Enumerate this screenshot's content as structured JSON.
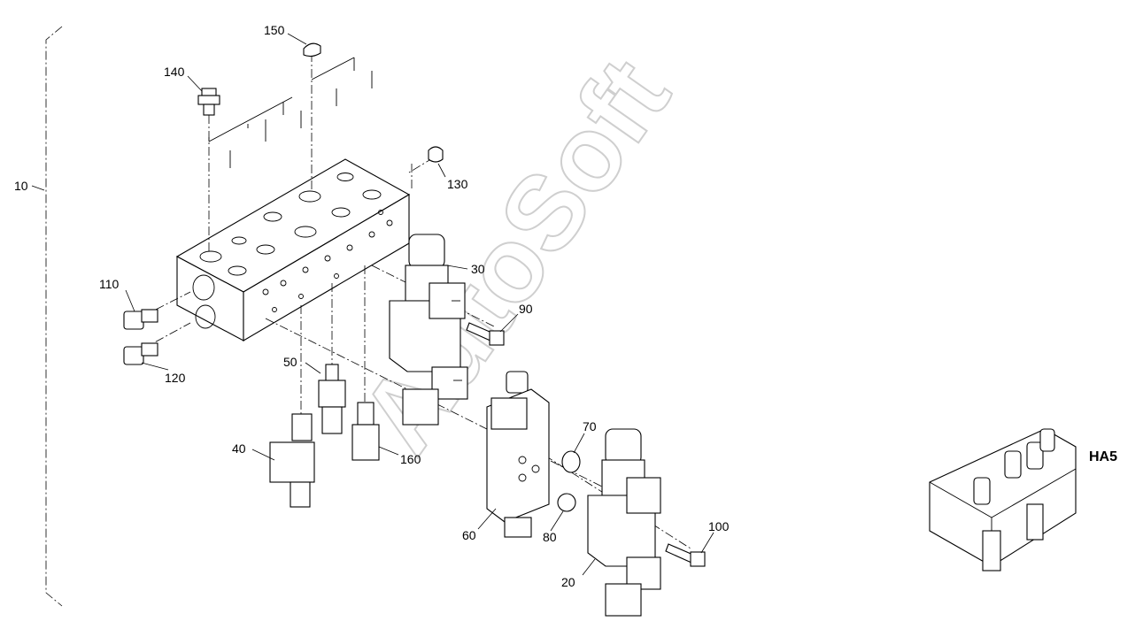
{
  "labels": {
    "l10": "10",
    "l20": "20",
    "l30": "30",
    "l40": "40",
    "l50": "50",
    "l60": "60",
    "l70": "70",
    "l80": "80",
    "l90": "90",
    "l100": "100",
    "l110": "110",
    "l120": "120",
    "l130": "130",
    "l140": "140",
    "l150": "150",
    "l160": "160"
  },
  "assembly_code": "HA5",
  "watermark": "AutoSoft"
}
